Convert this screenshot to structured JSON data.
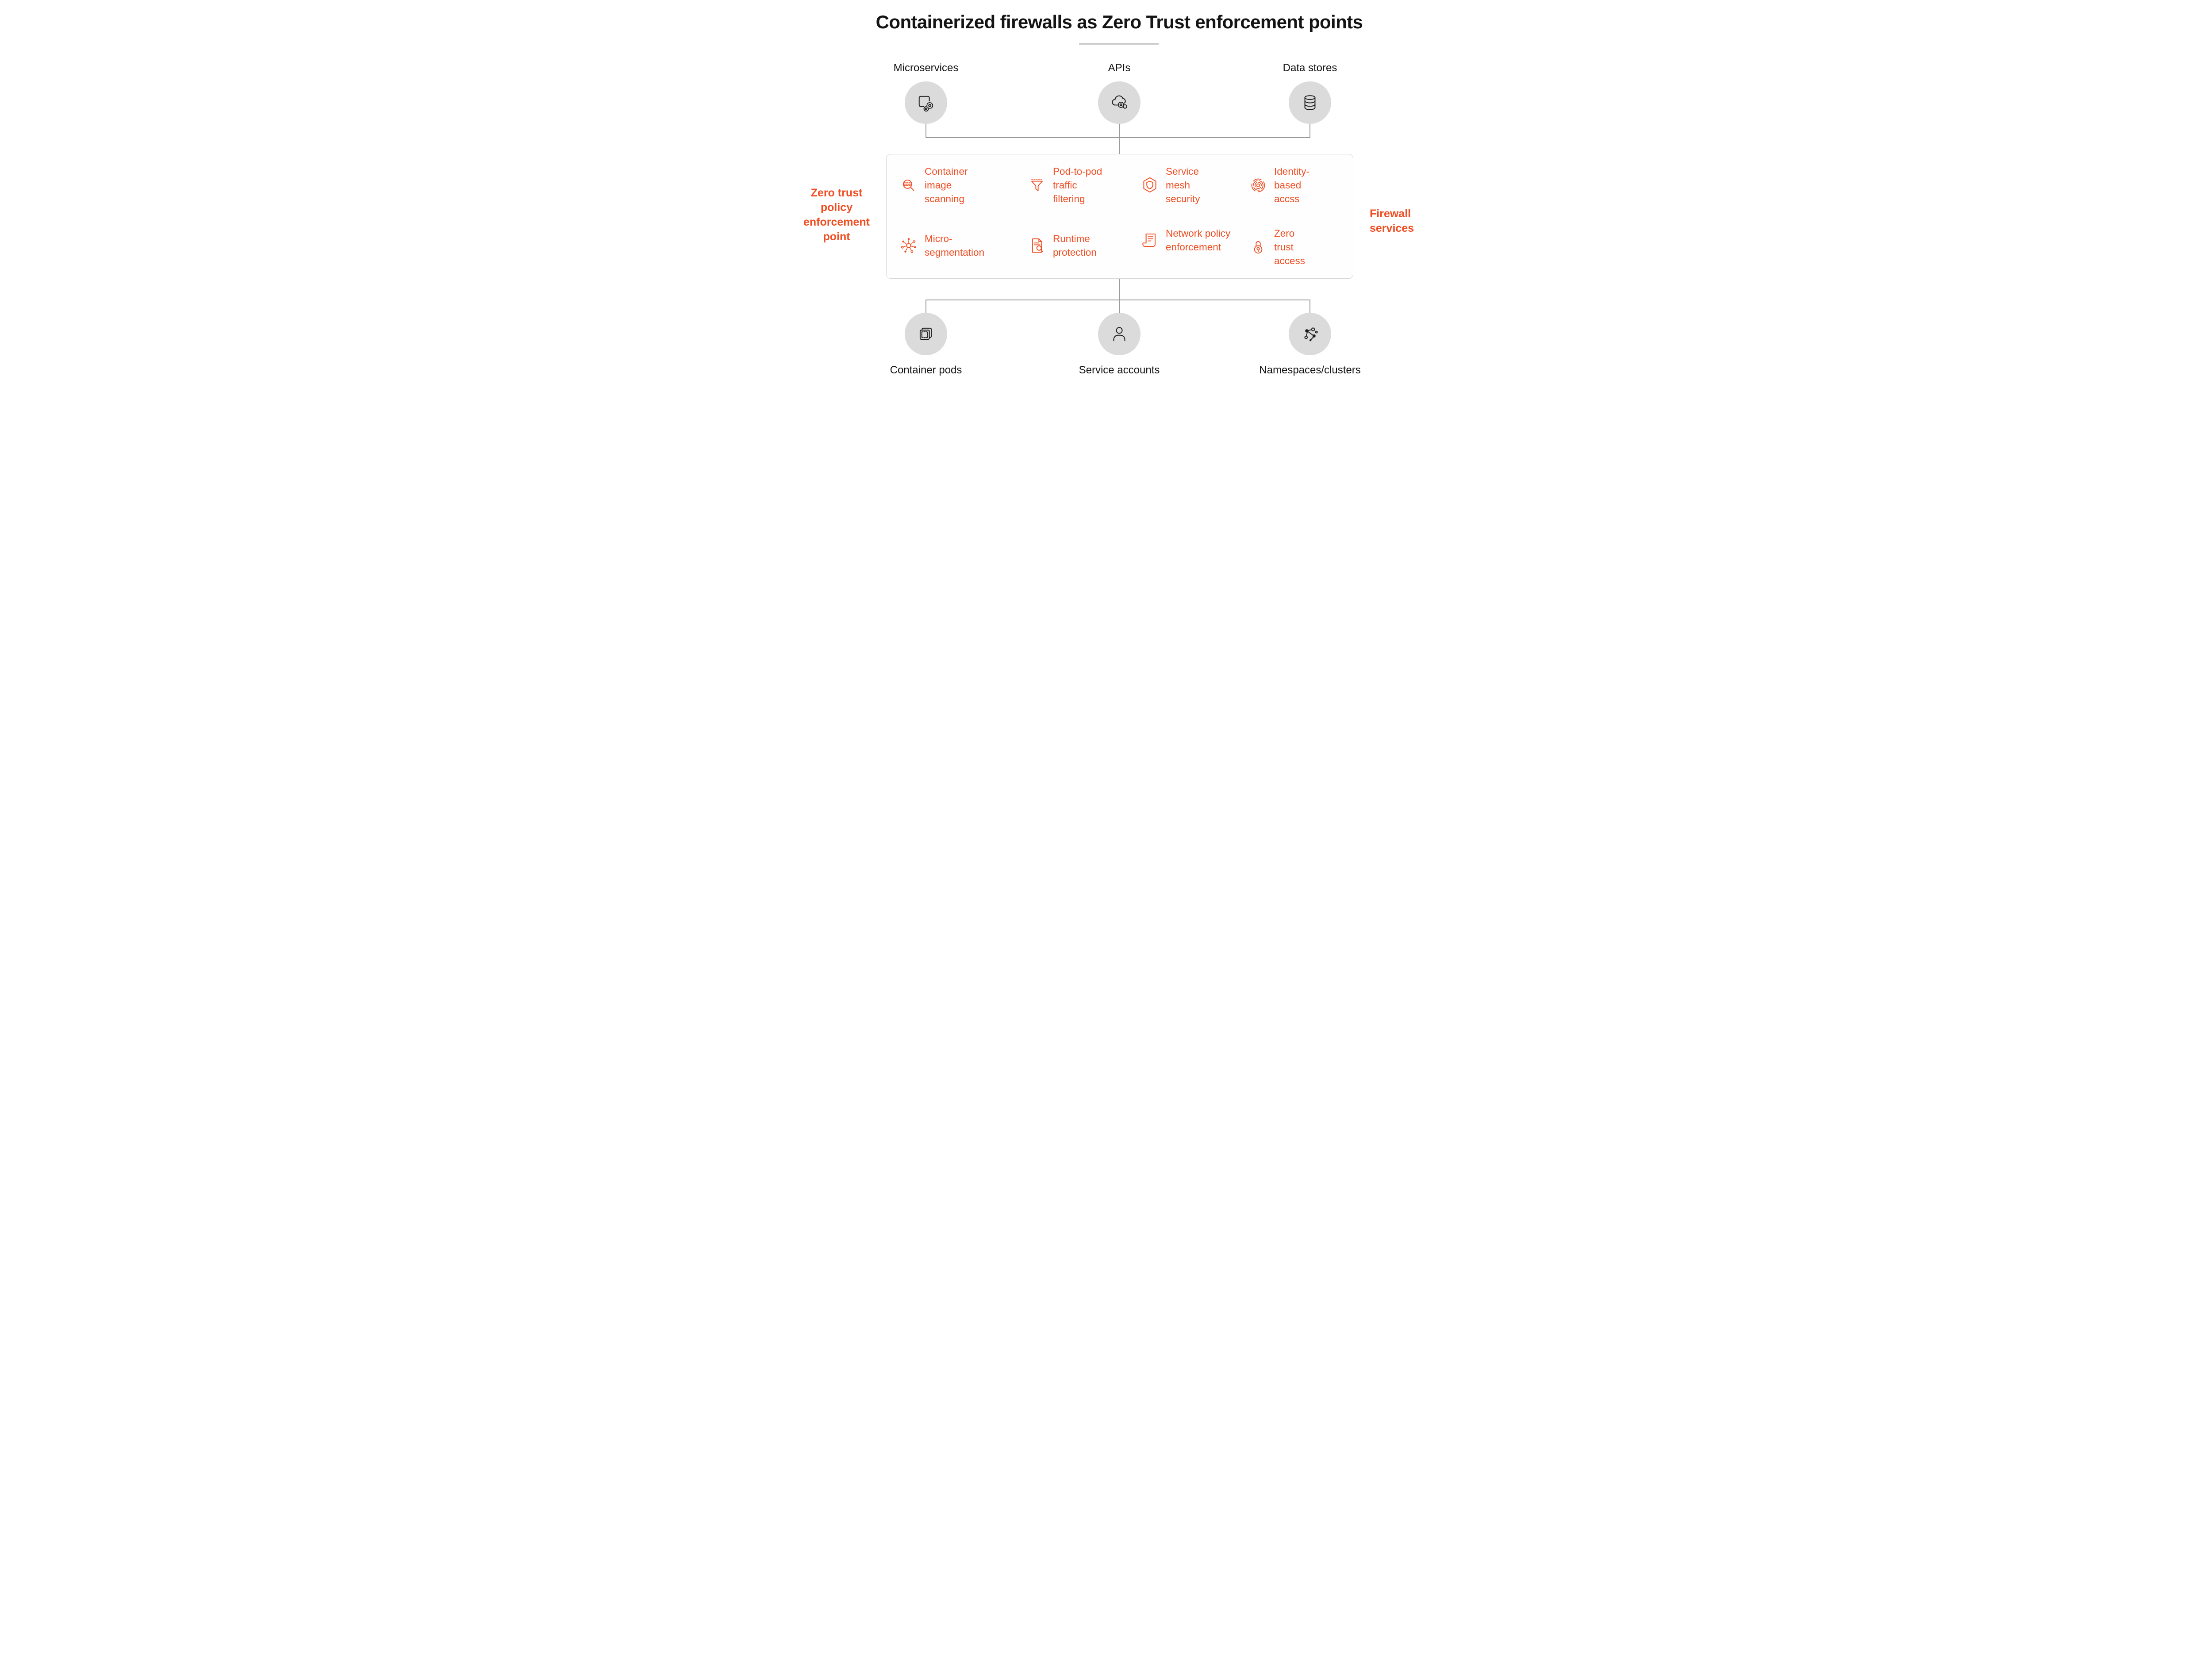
{
  "title": "Containerized firewalls as Zero Trust enforcement points",
  "left_label": "Zero trust policy enforcement point",
  "right_label": "Firewall services",
  "top_nodes": [
    {
      "label": "Microservices",
      "icon": "gears-icon"
    },
    {
      "label": "APIs",
      "icon": "cloud-gears-icon"
    },
    {
      "label": "Data stores",
      "icon": "database-icon"
    }
  ],
  "bottom_nodes": [
    {
      "label": "Container pods",
      "icon": "stacked-squares-icon"
    },
    {
      "label": "Service accounts",
      "icon": "person-icon"
    },
    {
      "label": "Namespaces/clusters",
      "icon": "cluster-icon"
    }
  ],
  "services": [
    {
      "label": "Container image scanning",
      "icon": "scan-magnifier-icon"
    },
    {
      "label": "Pod-to-pod traffic filtering",
      "icon": "funnel-icon"
    },
    {
      "label": "Service mesh security",
      "icon": "shield-hexagon-icon"
    },
    {
      "label": "Identity-based accss",
      "icon": "fingerprint-icon"
    },
    {
      "label": "Micro-segmentation",
      "icon": "network-hub-icon"
    },
    {
      "label": "Runtime protection",
      "icon": "document-search-icon"
    },
    {
      "label": "Network policy enforcement",
      "icon": "policy-scroll-icon"
    },
    {
      "label": "Zero trust access",
      "icon": "lock-icon"
    }
  ],
  "colors": {
    "accent": "#F04E23",
    "text": "#141414",
    "circle_bg": "#DBDBDB",
    "connector_line": "#9A9A9A",
    "panel_border": "#D8D8D8",
    "divider": "#CDCDCD"
  }
}
